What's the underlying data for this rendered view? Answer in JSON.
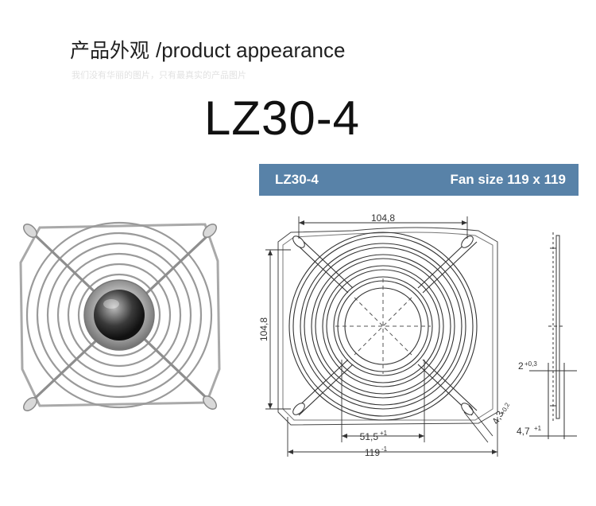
{
  "header": {
    "title_cn": "产品外观",
    "title_en": "/product appearance",
    "subtitle": "我们没有华丽的图片，只有最真实的产品图片"
  },
  "model": "LZ30-4",
  "spec_band": {
    "model": "LZ30-4",
    "fan_size": "Fan size 119 x 119",
    "color": "#5882a8"
  },
  "drawing": {
    "dim_top": "104,8",
    "dim_left": "104,8",
    "dim_center": "51,5",
    "dim_center_tol": "+1",
    "dim_bottom": "119",
    "dim_bottom_tol": "-1",
    "dim_diag": "4,3",
    "dim_diag_tol": "+0,2",
    "dim_side_a": "2",
    "dim_side_a_tol": "+0,3",
    "dim_side_b": "4,7",
    "dim_side_b_tol": "+1"
  }
}
